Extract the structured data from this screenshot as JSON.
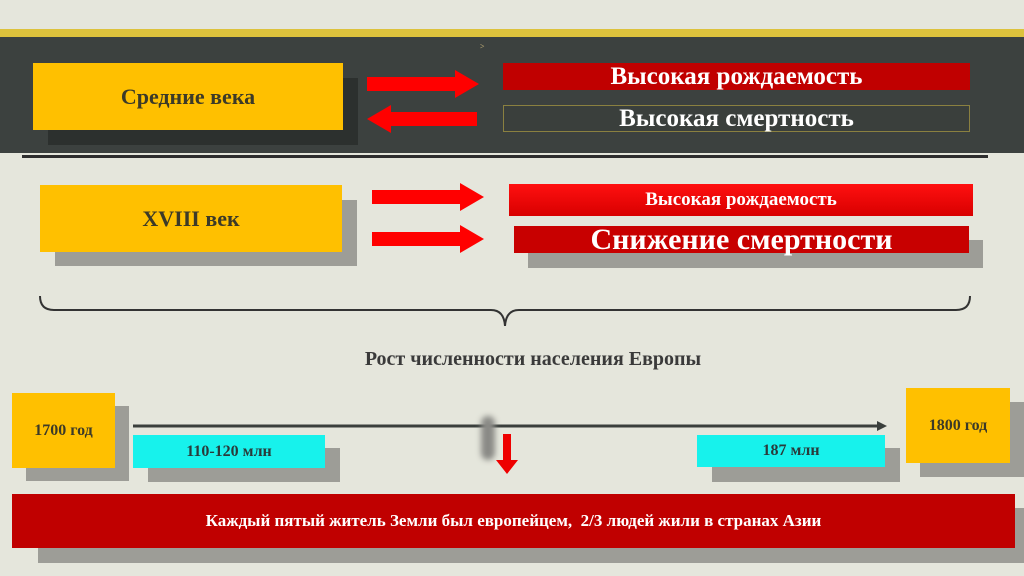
{
  "medieval": {
    "label": "Средние века",
    "birth": "Высокая рождаемость",
    "death": "Высокая смертность"
  },
  "c18": {
    "label": "XVIII век",
    "birth": "Высокая рождаемость",
    "death": "Снижение смертности"
  },
  "summary_title": "Рост численности населения Европы",
  "timeline": {
    "start": {
      "year": "1700 год",
      "population": "110-120 млн"
    },
    "end": {
      "year": "1800 год",
      "population": "187 млн"
    }
  },
  "conclusion": "Каждый пятый житель Земли был европейцем,  2/3 людей жили в странах Азии",
  "colors": {
    "yellow": "#ffc000",
    "red": "#c00000",
    "cyan": "#17f2ec",
    "board": "#3c413f"
  }
}
